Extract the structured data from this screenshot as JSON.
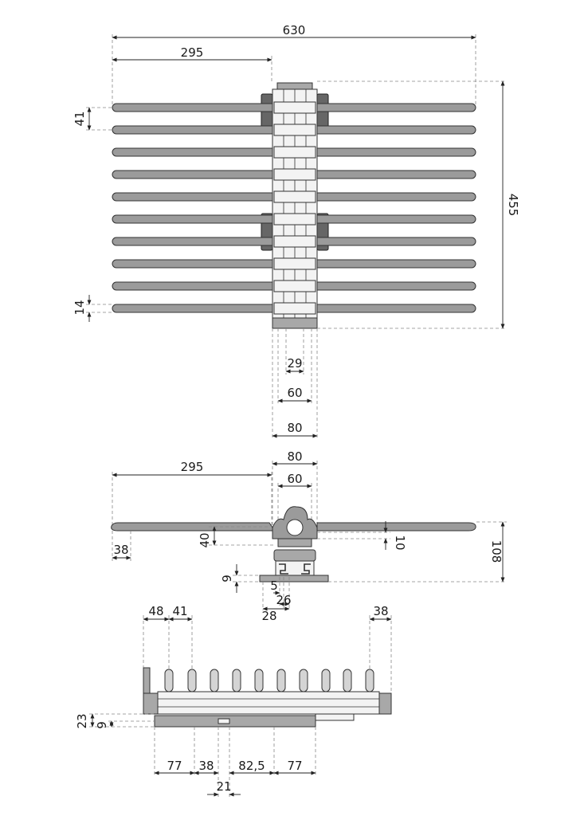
{
  "top_view": {
    "dim_total_width": "630",
    "dim_rod_length": "295",
    "dim_rod_pitch": "41",
    "dim_rod_diameter": "14",
    "dim_height": "455",
    "dim_inner_29": "29",
    "dim_inner_60": "60",
    "dim_outer_80": "80"
  },
  "side_view": {
    "dim_rod_length": "295",
    "dim_width_80": "80",
    "dim_width_60": "60",
    "dim_40": "40",
    "dim_10": "10",
    "dim_38": "38",
    "dim_108": "108",
    "dim_9": "9",
    "dim_5": "5",
    "dim_26": "26",
    "dim_28": "28"
  },
  "front_view": {
    "dim_48": "48",
    "dim_41": "41",
    "dim_38": "38",
    "dim_23": "23",
    "dim_9": "9",
    "dim_77_left": "77",
    "dim_38_bottom": "38",
    "dim_82_5": "82,5",
    "dim_77_right": "77",
    "dim_21": "21"
  }
}
